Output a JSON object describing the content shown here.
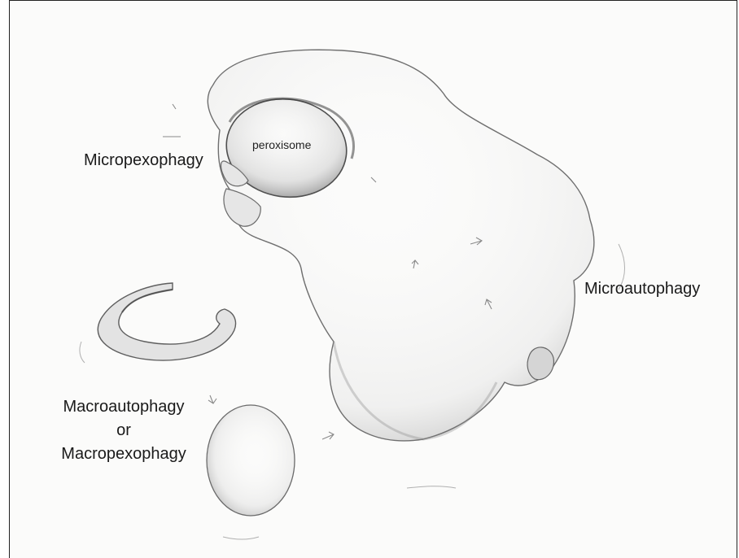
{
  "labels": {
    "peroxisome": "peroxisome",
    "micropexophagy": "Micropexophagy",
    "microautophagy": "Microautophagy",
    "macro_line1": "Macroautophagy",
    "macro_line2": "or",
    "macro_line3": "Macropexophagy"
  },
  "colors": {
    "pencil": "#7a7a7a",
    "pencil_dark": "#555555",
    "shade": "#b9b9b9",
    "paper": "#fbfbfa"
  }
}
